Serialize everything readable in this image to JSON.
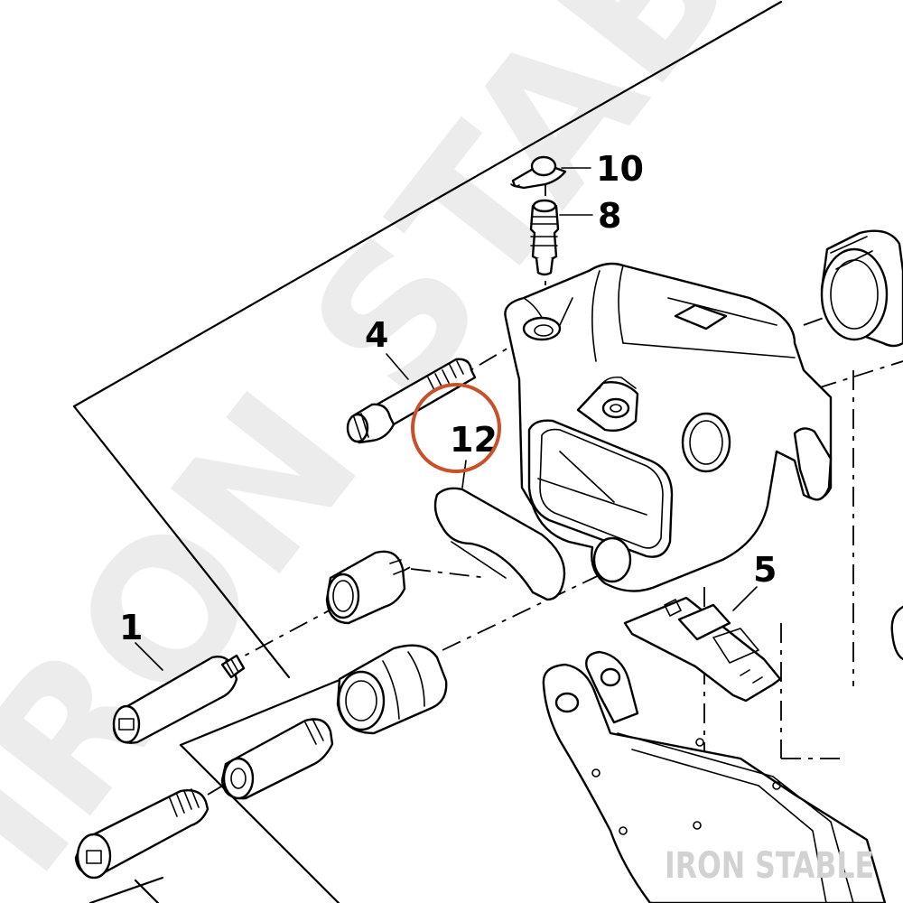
{
  "diagram": {
    "callouts": [
      {
        "id": "10",
        "label": "10"
      },
      {
        "id": "8",
        "label": "8"
      },
      {
        "id": "4",
        "label": "4"
      },
      {
        "id": "12",
        "label": "12",
        "highlighted": true
      },
      {
        "id": "5",
        "label": "5"
      },
      {
        "id": "1",
        "label": "1"
      }
    ],
    "highlight_color": "#c8502a",
    "watermark": {
      "text": "IRON STABLE",
      "corner_text": "IRON STABLE"
    }
  }
}
